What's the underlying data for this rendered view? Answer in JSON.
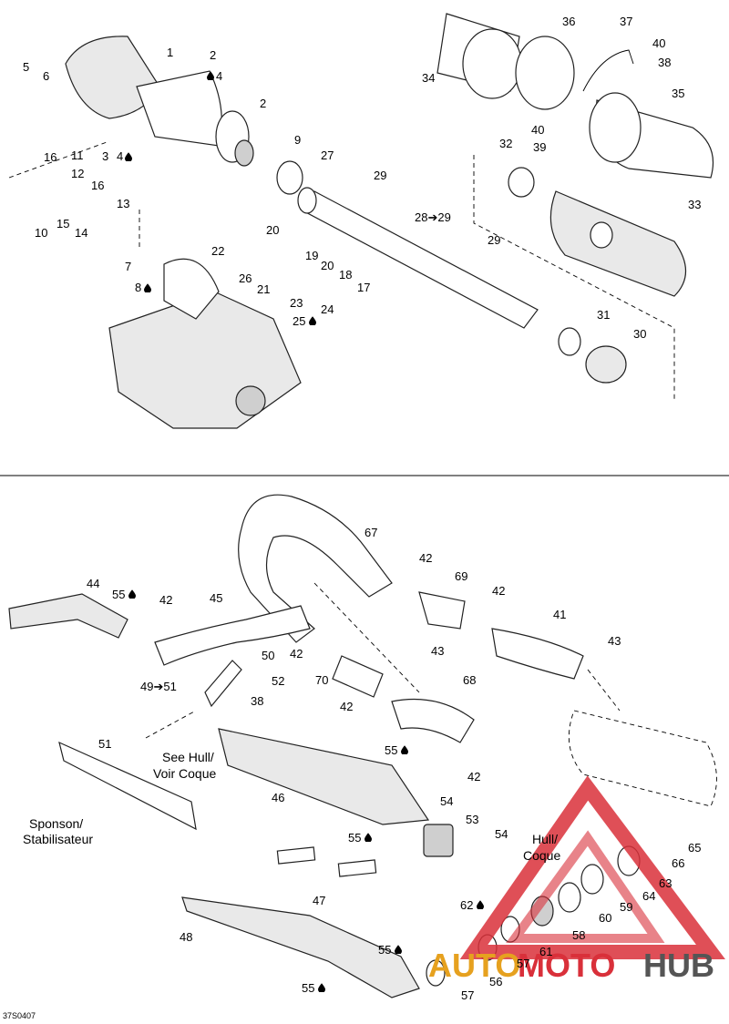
{
  "diagram": {
    "doc_code": "37S0407",
    "watermark": {
      "part1": "AUTO",
      "part2": "MOTO",
      "part3": "HUB"
    },
    "notes": {
      "see_hull_1": "See Hull/",
      "see_hull_2": "Voir Coque",
      "sponson_1": "Sponson/",
      "sponson_2": "Stabilisateur",
      "hull_1": "Hull/",
      "hull_2": "Coque"
    },
    "callouts": {
      "c1": "1",
      "c2a": "2",
      "c2b": "2",
      "c3": "3",
      "c4a": "4",
      "c4b": "4",
      "c5": "5",
      "c6": "6",
      "c7": "7",
      "c8": "8",
      "c9": "9",
      "c10": "10",
      "c11": "11",
      "c12": "12",
      "c13": "13",
      "c14": "14",
      "c15": "15",
      "c16a": "16",
      "c16b": "16",
      "c17": "17",
      "c18": "18",
      "c19": "19",
      "c20a": "20",
      "c20b": "20",
      "c21": "21",
      "c22": "22",
      "c23": "23",
      "c24": "24",
      "c25": "25",
      "c26": "26",
      "c27": "27",
      "c28": "28➔29",
      "c29a": "29",
      "c29b": "29",
      "c30": "30",
      "c31": "31",
      "c32": "32",
      "c33": "33",
      "c34": "34",
      "c35": "35",
      "c36": "36",
      "c37": "37",
      "c38a": "38",
      "c38b": "38",
      "c39": "39",
      "c40a": "40",
      "c40b": "40",
      "c41": "41",
      "c42a": "42",
      "c42b": "42",
      "c42c": "42",
      "c42d": "42",
      "c42e": "42",
      "c42f": "42",
      "c43a": "43",
      "c43b": "43",
      "c44": "44",
      "c45": "45",
      "c46": "46",
      "c47": "47",
      "c48": "48",
      "c49": "49➔51",
      "c50": "50",
      "c51": "51",
      "c52": "52",
      "c53": "53",
      "c54a": "54",
      "c54b": "54",
      "c55a": "55",
      "c55b": "55",
      "c55c": "55",
      "c55d": "55",
      "c55e": "55",
      "c56": "56",
      "c57a": "57",
      "c57b": "57",
      "c58": "58",
      "c59": "59",
      "c60": "60",
      "c61": "61",
      "c62": "62",
      "c63": "63",
      "c64": "64",
      "c65": "65",
      "c66": "66",
      "c67": "67",
      "c68": "68",
      "c69": "69",
      "c70": "70"
    },
    "icons": [
      "drop-icon",
      "arrow-icon"
    ]
  }
}
